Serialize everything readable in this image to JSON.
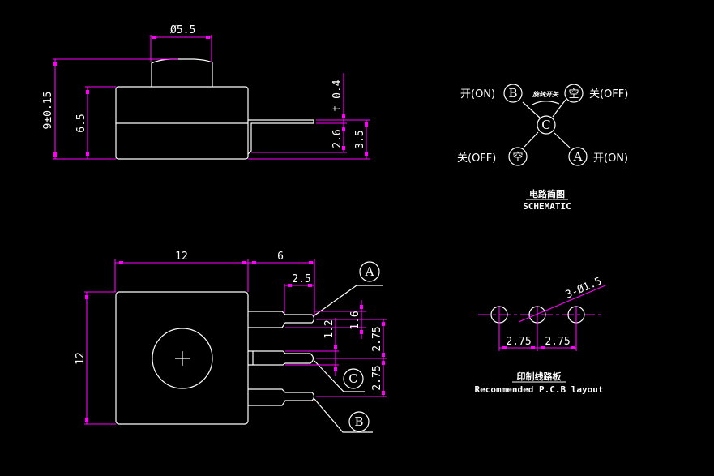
{
  "colors": {
    "background": "#000000",
    "outline": "#ffffff",
    "dimension": "#ff00ff"
  },
  "side_view": {
    "dim_knob_diameter": "Ø5.5",
    "dim_total_height": "9±0.15",
    "dim_body_height": "6.5",
    "dim_pin_thickness": "t 0.4",
    "dim_pin_height": "2.6",
    "dim_pin_offset": "3.5"
  },
  "top_view": {
    "dim_body_width": "12",
    "dim_body_height": "12",
    "dim_pin_length": "6",
    "dim_pin_tip": "2.5",
    "dim_pin_width": "1.6",
    "dim_pin_slot": "1.2",
    "dim_pitch_1": "2.75",
    "dim_pitch_2": "2.75",
    "pin_labels": [
      "A",
      "C",
      "B"
    ]
  },
  "schematic": {
    "terminal_b": "B",
    "terminal_c": "C",
    "terminal_a": "A",
    "empty_top": "空",
    "empty_bottom": "空",
    "label_top_left": "开(ON)",
    "label_top_right": "关(OFF)",
    "label_bottom_left": "关(OFF)",
    "label_bottom_right": "开(ON)",
    "rotary_label": "旋转开关",
    "caption_cn": "电路简图",
    "caption_en": "SCHEMATIC"
  },
  "pcb_layout": {
    "hole_callout": "3-Ø1.5",
    "pitch_1": "2.75",
    "pitch_2": "2.75",
    "caption_cn": "印制线路板",
    "caption_en": "Recommended P.C.B layout"
  }
}
